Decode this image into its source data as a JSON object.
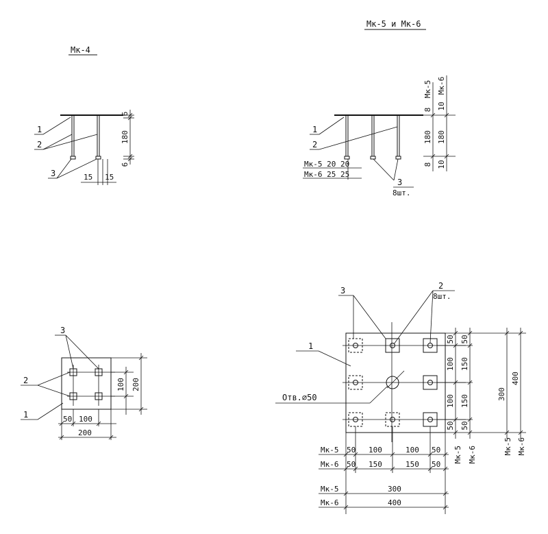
{
  "titles": {
    "mk4": "Мк-4",
    "mk56": "Мк-5 и Мк-6"
  },
  "mk4_elevation": {
    "callouts": [
      "1",
      "2",
      "3"
    ],
    "dim_top": "6",
    "dim_mid": "180",
    "dim_bot": "6",
    "dim_w1": "15",
    "dim_w2": "15"
  },
  "mk56_elevation": {
    "callouts": [
      "1",
      "2"
    ],
    "stud_callout": "3",
    "stud_qty": "8шт.",
    "dim_top_a": "8",
    "dim_top_a_mark": "Мк-5",
    "dim_top_b": "10",
    "dim_top_b_mark": "Мк-6",
    "dim_mid_a": "180",
    "dim_mid_b": "180",
    "dim_bot_a": "8",
    "dim_bot_b": "10",
    "row_mk5": "Мк-5 20 20",
    "row_mk6": "Мк-6 25 25"
  },
  "mk4_plan": {
    "callouts": [
      "3",
      "2",
      "1"
    ],
    "dim_v_inner": "100",
    "dim_v_total": "200",
    "dim_h_edge": "50",
    "dim_h_inner": "100",
    "dim_h_total": "200"
  },
  "mk56_plan": {
    "callout_1": "1",
    "callout_3": "3",
    "callout_2": "2",
    "callout_2_qty": "8шт.",
    "hole_label": "Отв.⌀50",
    "vertical_dims": {
      "mk5": [
        "50",
        "100",
        "100",
        "50"
      ],
      "mk6": [
        "50",
        "150",
        "150",
        "50"
      ],
      "total_mk5": "300",
      "total_mk6": "400"
    },
    "right_marks": [
      "Мк-5",
      "Мк-6",
      "Мк-5",
      "Мк-6"
    ],
    "horizontal_rows": [
      {
        "mark": "Мк-5",
        "values": [
          "50",
          "100",
          "100",
          "50"
        ]
      },
      {
        "mark": "Мк-6",
        "values": [
          "50",
          "150",
          "150",
          "50"
        ]
      }
    ],
    "total_rows": [
      {
        "mark": "Мк-5",
        "value": "300"
      },
      {
        "mark": "Мк-6",
        "value": "400"
      }
    ]
  }
}
